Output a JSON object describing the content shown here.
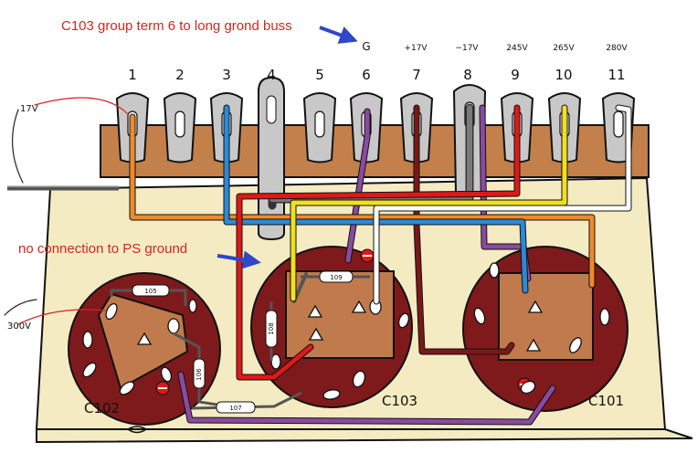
{
  "annotations": {
    "top": "C103 group term 6 to long grond buss",
    "middle": "no connection to PS ground"
  },
  "terminals": {
    "numbers": [
      "1",
      "2",
      "3",
      "4",
      "5",
      "6",
      "7",
      "8",
      "9",
      "10",
      "11"
    ],
    "voltages": [
      "G",
      "+17V",
      "−17V",
      "245V",
      "265V",
      "280V"
    ]
  },
  "wire_labels": {
    "left_17v": "17V",
    "left_300v": "300V"
  },
  "capacitors": {
    "c102": "C102",
    "c103": "C103",
    "c101": "C101"
  },
  "resistors": {
    "r105": "105",
    "r109": "109",
    "r106": "106",
    "r108": "108",
    "r107": "107"
  },
  "colors": {
    "board": "#f4ebc2",
    "strip": "#c4804a",
    "can": "#7e1a1c",
    "wafer": "#c07a4c",
    "orange": "#ee8a2a",
    "blue": "#2a8ad8",
    "purple": "#8a4aa0",
    "darkred": "#7a1818",
    "grey": "#7a7a7a",
    "red": "#e01818",
    "yellow": "#f0e020",
    "white": "#ffffff",
    "arrow": "#2f47c8"
  }
}
